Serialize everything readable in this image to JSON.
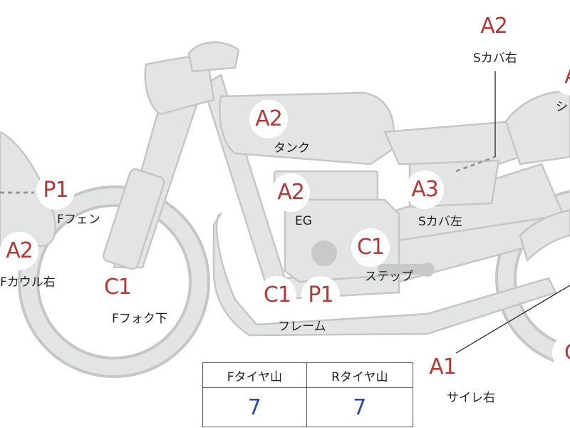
{
  "parts": [
    {
      "id": "s-cover-right",
      "code": "A2",
      "label": "Sカバ右"
    },
    {
      "id": "seat",
      "code": "A",
      "label": "シ"
    },
    {
      "id": "tank",
      "code": "A2",
      "label": "タンク"
    },
    {
      "id": "f-fender",
      "code": "P1",
      "label": "Fフェン"
    },
    {
      "id": "engine",
      "code": "A2",
      "label": "EG"
    },
    {
      "id": "s-cover-left",
      "code": "A3",
      "label": "Sカバ左"
    },
    {
      "id": "f-cowl-right",
      "code": "A2",
      "label": "Fカウル右"
    },
    {
      "id": "step",
      "code": "C1",
      "label": "ステップ"
    },
    {
      "id": "f-fork-lower",
      "code": "C1",
      "label": "Fフォク下"
    },
    {
      "id": "frame",
      "codes": [
        "C1",
        "P1"
      ],
      "label": "フレーム"
    },
    {
      "id": "silencer-right",
      "code": "A1",
      "label": "サイレ右"
    },
    {
      "id": "rear-edge",
      "code": "C",
      "label": ""
    }
  ],
  "tread_table": {
    "front_label": "Fタイヤ山",
    "rear_label": "Rタイヤ山",
    "front_value": "7",
    "rear_value": "7"
  },
  "colors": {
    "body_fill": "#e3e5e4",
    "outline": "#c4c7c6",
    "code": "#b03a3a",
    "value": "#2b4a9a"
  }
}
